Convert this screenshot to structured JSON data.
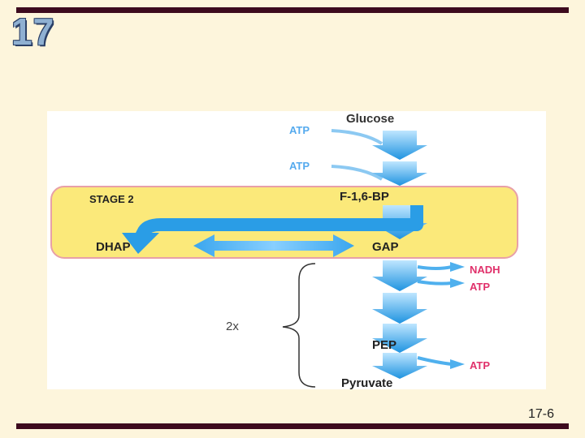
{
  "slide": {
    "chapter_number": "17",
    "page_number": "17-6"
  },
  "diagram": {
    "metabolites": {
      "glucose": "Glucose",
      "f16bp": "F-1,6-BP",
      "dhap": "DHAP",
      "gap": "GAP",
      "pep": "PEP",
      "pyruvate": "Pyruvate"
    },
    "stage_label": "STAGE 2",
    "inputs": [
      "ATP",
      "ATP"
    ],
    "outputs_after_gap": [
      "NADH",
      "ATP"
    ],
    "output_after_pep": "ATP",
    "multiplier": "2x",
    "colors": {
      "arrow_blue": "#2a9de6",
      "input_text": "#55aaee",
      "output_text": "#e0306a",
      "stage_box": "#fbe97a",
      "stage_border": "#e8a0a8"
    }
  }
}
